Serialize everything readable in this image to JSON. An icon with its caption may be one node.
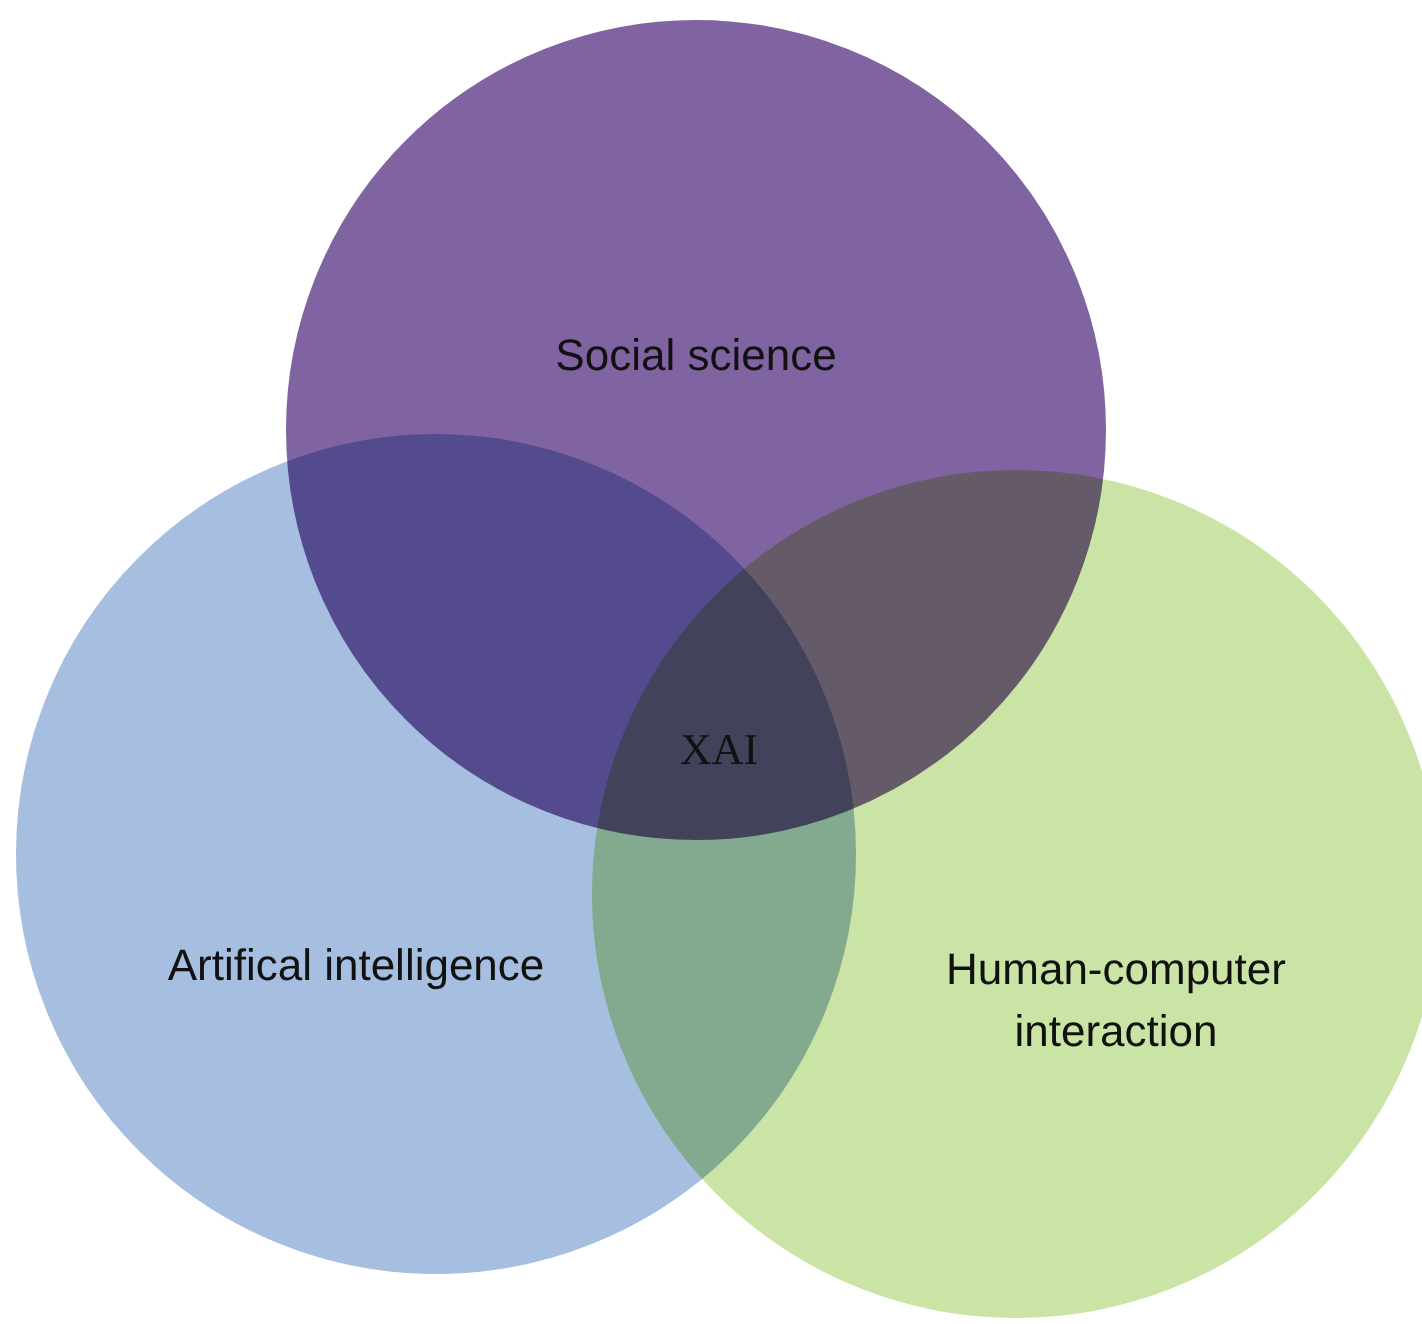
{
  "diagram": {
    "nodes": [
      {
        "text": [
          "Social science"
        ]
      },
      {
        "text": [
          "Artifical intelligence"
        ]
      },
      {
        "text": [
          "Human-computer interaction"
        ]
      }
    ],
    "labels": [
      "XAI"
    ]
  }
}
